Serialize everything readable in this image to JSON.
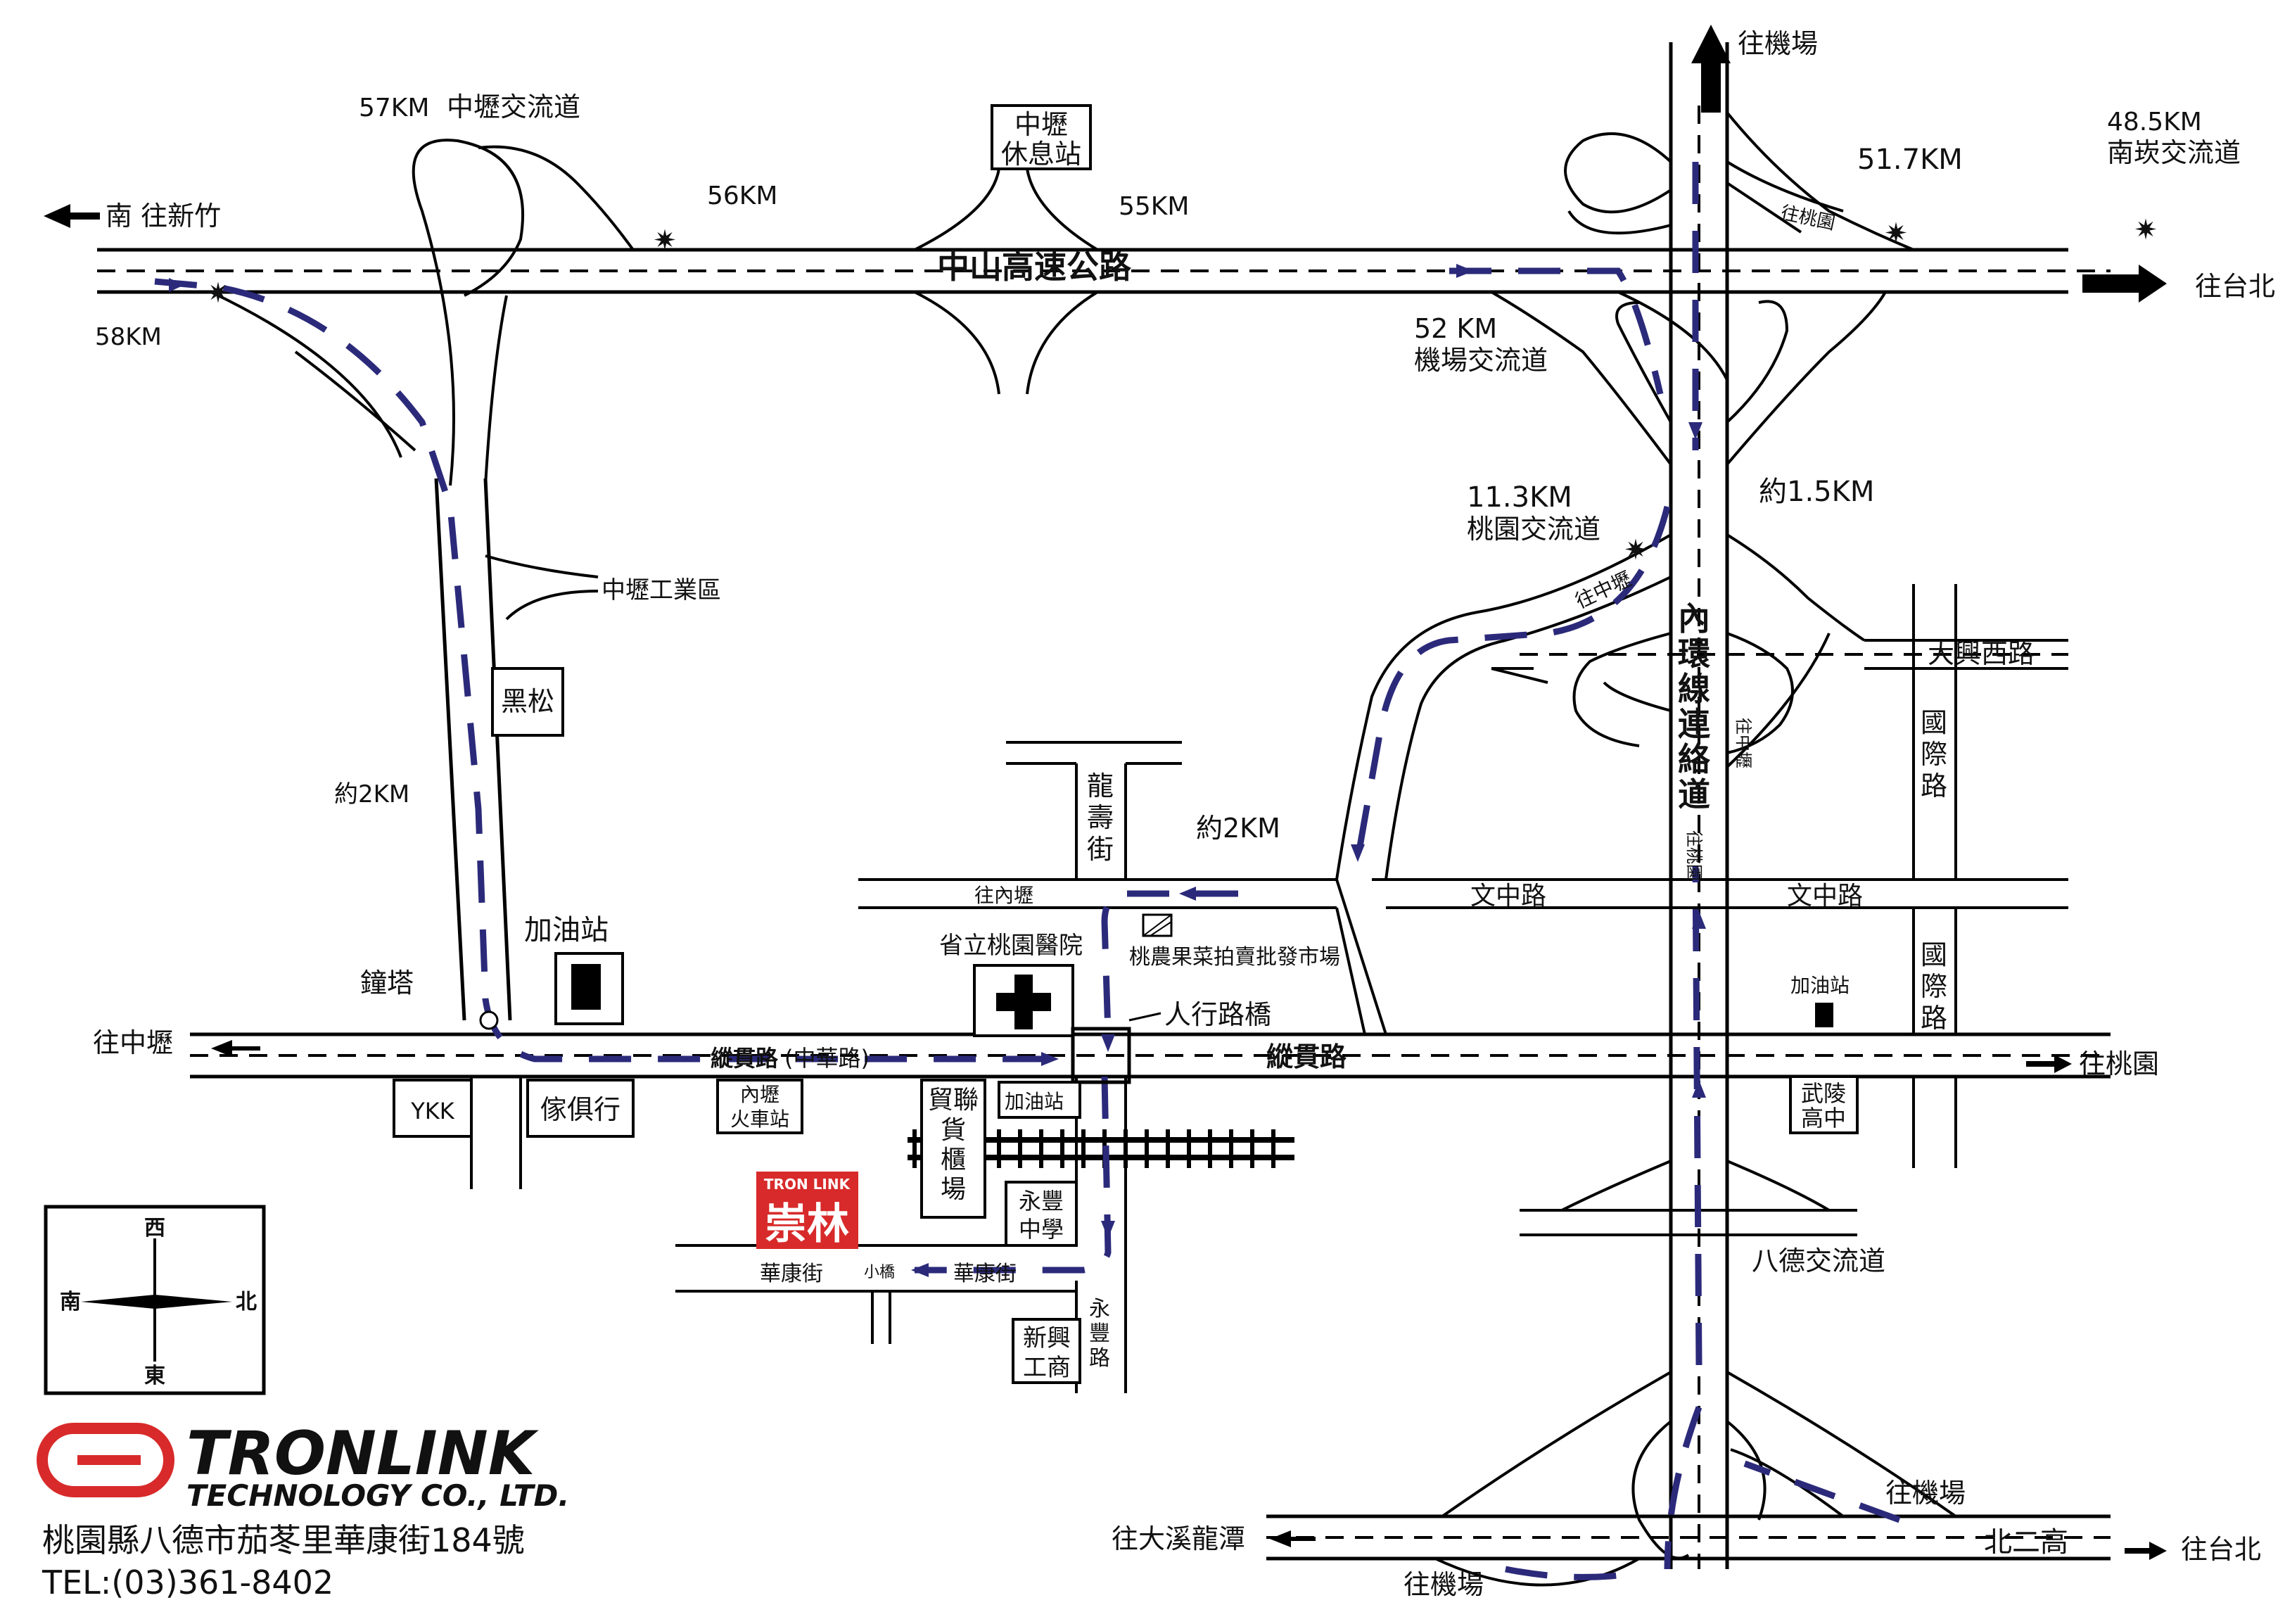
{
  "highway": {
    "name": "中山高速公路",
    "to_south": "南 往新竹",
    "to_north": "往台北",
    "exits": [
      {
        "km": "58KM"
      },
      {
        "km": "57KM",
        "name": "中壢交流道"
      },
      {
        "km": "56KM"
      },
      {
        "km": "55KM"
      },
      {
        "km": "52 KM",
        "name": "機場交流道"
      },
      {
        "km": "51.7KM"
      },
      {
        "km": "48.5KM",
        "name": "南崁交流道"
      }
    ],
    "rest_stop": "中壢\n休息站"
  },
  "connector": {
    "name": "內\n環\n線\n連\n絡\n道",
    "to_airport_top": "往機場",
    "taoyuan_ic_km": "11.3KM",
    "taoyuan_ic_name": "桃園交流道",
    "approx_15km": "約1.5KM",
    "bade_ic": "八德交流道",
    "ramp_labels": [
      "往桃園",
      "往中壢",
      "往中壢",
      "往桃園"
    ]
  },
  "freeway2": {
    "name": "北二高",
    "to_west": "往大溪龍潭",
    "to_east": "往台北",
    "to_airport_upper": "往機場",
    "to_airport_lower": "往機場"
  },
  "streets": {
    "zongguan_west": "縱貫路",
    "zongguan_west_paren": "(中華路)",
    "zongguan_east": "縱貫路",
    "to_zhongli": "往中壢",
    "to_taoyuan": "往桃園",
    "wenzhong_1": "文中路",
    "wenzhong_2": "文中路",
    "daxing_west": "大興西路",
    "guoji_1": "國\n際\n路",
    "guoji_2": "國\n際\n路",
    "longshou": "龍\n壽\n街",
    "to_neili": "往內壢",
    "approx_2km_east": "約2KM",
    "approx_2km_west": "約2KM",
    "huakang_west": "華康街",
    "huakang_east": "華康街",
    "small_bridge": "小橋",
    "yongfeng_rd": "永\n豐\n路"
  },
  "landmarks": {
    "zhongli_industrial": "中壢工業區",
    "heisong": "黑松",
    "gas_station_1": "加油站",
    "clock_tower": "鐘塔",
    "ykk": "YKK",
    "furniture": "傢俱行",
    "neili_station": "內壢\n火車站",
    "hospital": "省立桃園醫院",
    "market": "桃農果菜拍賣批發市場",
    "pedestrian_bridge": "人行路橋",
    "gas_station_2": "加油站",
    "gas_station_3": "加油站",
    "trade_warehouse": "貿聯\n貨\n櫃\n場",
    "yongfeng_school": "永豐\n中學",
    "xinxing_school": "新興\n工商",
    "wuling_school": "武陵\n高中"
  },
  "compass": {
    "west": "西",
    "south": "南",
    "north": "北",
    "east": "東"
  },
  "company": {
    "sign_en": "TRON LINK",
    "sign_zh": "崇林",
    "logo_name": "TRONLINK",
    "logo_sub": "TECHNOLOGY CO., LTD.",
    "address": "桃園縣八德市茄苳里華康街184號",
    "tel": "TEL:(03)361-8402",
    "brand_red": "#d82a2a"
  },
  "colors": {
    "route": "#2b2a7a",
    "ink": "#111111"
  }
}
